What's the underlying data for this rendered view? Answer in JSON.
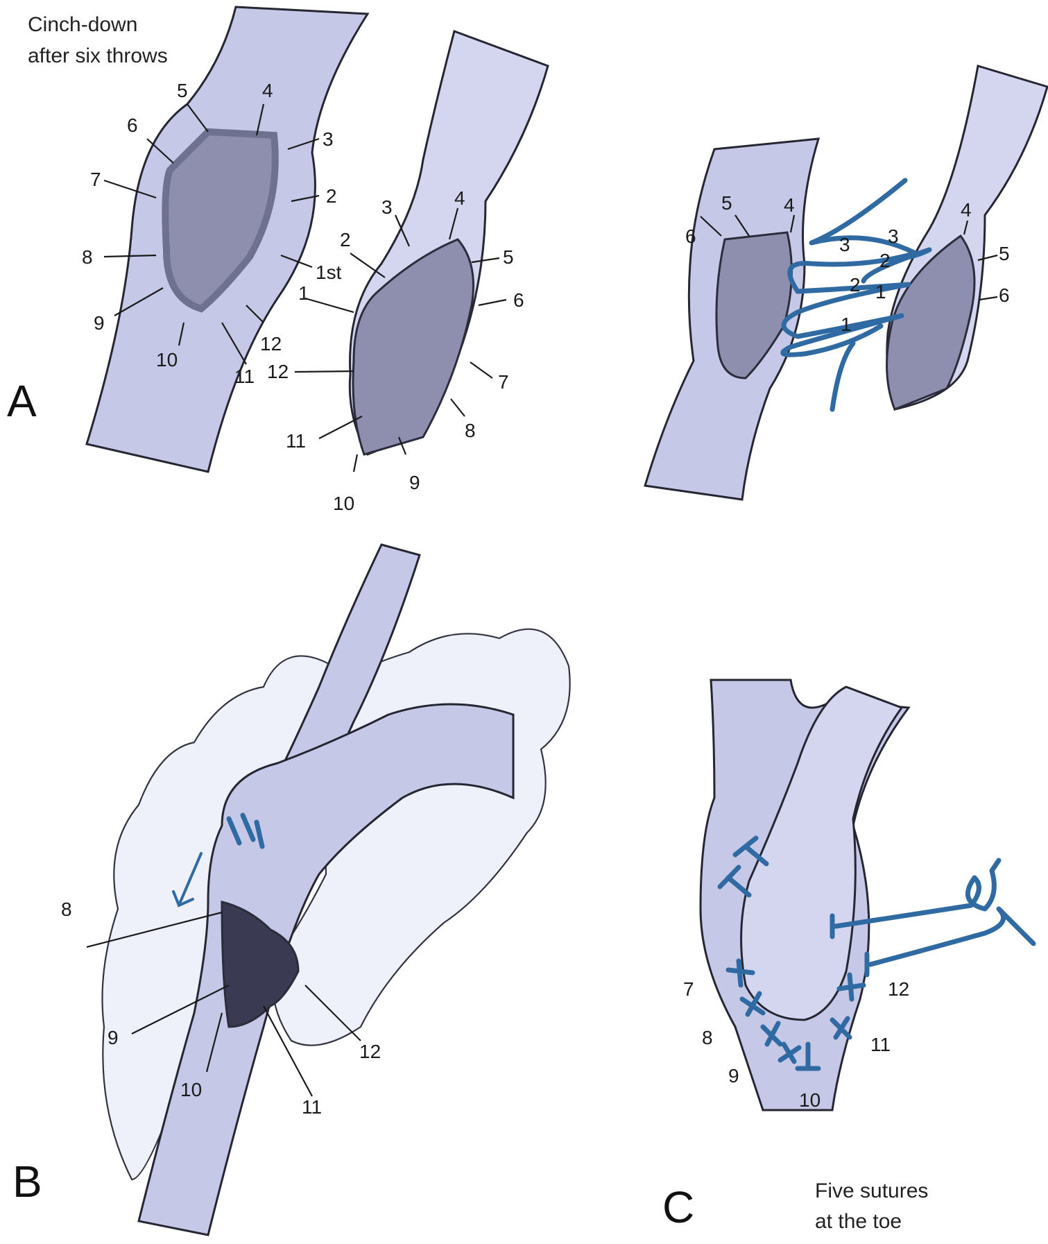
{
  "panel_a": {
    "letter": "A",
    "caption_line1": "Cinch-down",
    "caption_line2": "after six throws",
    "left_vessel_labels": [
      "5",
      "4",
      "6",
      "3",
      "7",
      "2",
      "8",
      "1st",
      "9",
      "12",
      "10",
      "11"
    ],
    "right_vessel_labels": [
      "3",
      "4",
      "2",
      "5",
      "1",
      "6",
      "12",
      "7",
      "8",
      "11",
      "9",
      "10"
    ],
    "suture_figure_labels": [
      "5",
      "4",
      "6",
      "3",
      "3",
      "2",
      "2",
      "1",
      "1",
      "4",
      "5",
      "6"
    ]
  },
  "panel_b": {
    "letter": "B",
    "labels": [
      "8",
      "9",
      "10",
      "11",
      "12"
    ]
  },
  "panel_c": {
    "letter": "C",
    "labels": [
      "7",
      "8",
      "9",
      "10",
      "11",
      "12"
    ],
    "caption_line1": "Five sutures",
    "caption_line2": "at the toe"
  },
  "colors": {
    "vessel": "#c5c8e6",
    "lumen": "#8e8fae",
    "suture": "#2f6aa3",
    "outline": "#262633"
  }
}
